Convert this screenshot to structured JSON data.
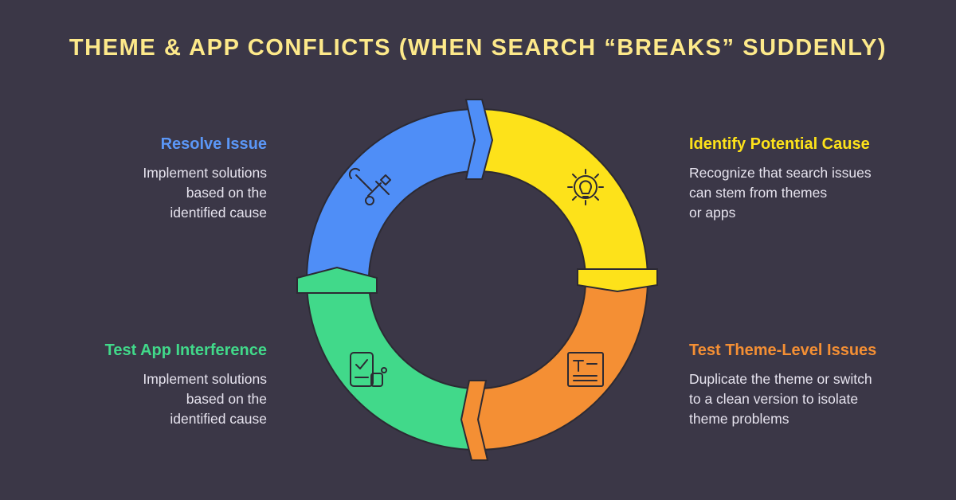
{
  "title": "THEME & APP CONFLICTS (WHEN SEARCH “BREAKS” SUDDENLY)",
  "steps": {
    "identify": {
      "heading": "Identify Potential Cause",
      "line1": "Recognize that search issues",
      "line2": "can stem from themes",
      "line3": "or apps",
      "color": "#fde21a",
      "icon": "gear-lightbulb-icon"
    },
    "theme": {
      "heading": "Test Theme-Level Issues",
      "line1": "Duplicate the theme or switch",
      "line2": "to a clean version to isolate",
      "line3": "theme problems",
      "color": "#f48f34",
      "icon": "text-document-icon"
    },
    "app": {
      "heading": "Test App Interference",
      "line1": "Implement solutions",
      "line2": "based on the",
      "line3": "identified cause",
      "color": "#41d98a",
      "icon": "checklist-device-icon"
    },
    "resolve": {
      "heading": "Resolve Issue",
      "line1": "Implement solutions",
      "line2": "based on the",
      "line3": "identified cause",
      "color": "#4f8ef7",
      "icon": "wrench-tools-icon"
    }
  }
}
